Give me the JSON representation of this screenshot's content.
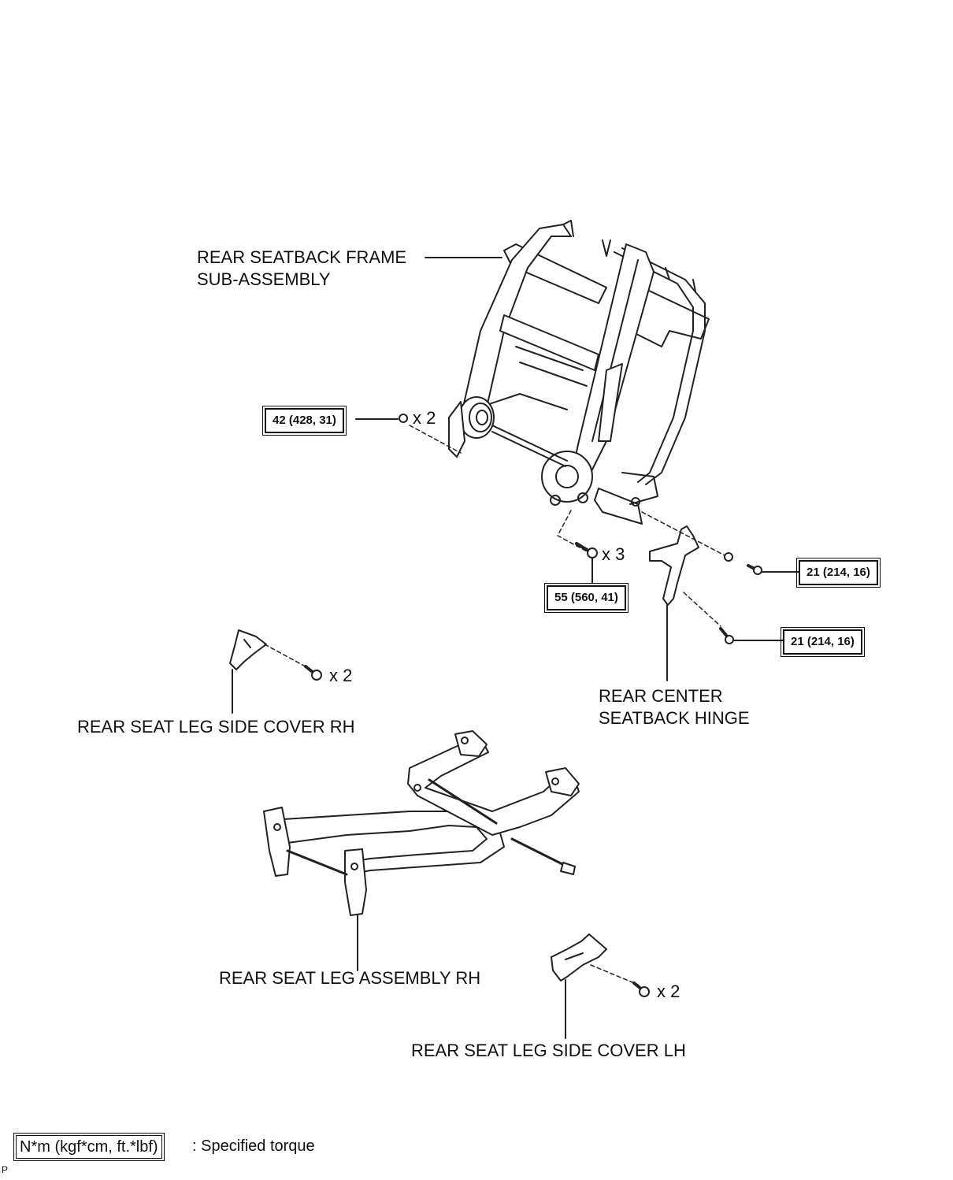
{
  "labels": {
    "seatback_frame": [
      "REAR SEATBACK FRAME",
      "SUB-ASSEMBLY"
    ],
    "center_hinge": [
      "REAR CENTER",
      "SEATBACK HINGE"
    ],
    "leg_cover_rh": "REAR SEAT LEG SIDE COVER RH",
    "leg_assembly_rh": "REAR SEAT LEG ASSEMBLY RH",
    "leg_cover_lh": "REAR SEAT LEG SIDE COVER LH"
  },
  "torques": {
    "frame_pivot": "42 (428, 31)",
    "hinge_bolts": "55 (560, 41)",
    "hinge_upper": "21 (214, 16)",
    "hinge_lower": "21 (214, 16)"
  },
  "quantities": {
    "frame_pivot": "x 2",
    "hinge_bolts": "x 3",
    "cover_rh": "x 2",
    "cover_lh": "x 2"
  },
  "legend": {
    "unit_box": "N*m (kgf*cm, ft.*lbf)",
    "text": ": Specified torque"
  },
  "figure_code": "P"
}
